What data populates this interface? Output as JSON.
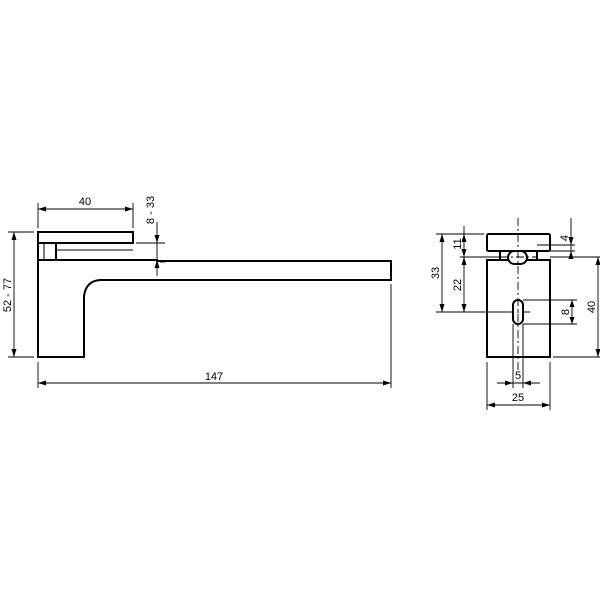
{
  "dimensions": {
    "side_width": "40",
    "thickness_range": "8 - 33",
    "height_range": "52 - 77",
    "length": "147",
    "front_top_gap": "4",
    "front_slot_offset": "11",
    "front_total": "33",
    "front_slot_height": "22",
    "front_slot_small": "8",
    "front_height": "40",
    "front_slot_width": "5",
    "front_width": "25"
  }
}
